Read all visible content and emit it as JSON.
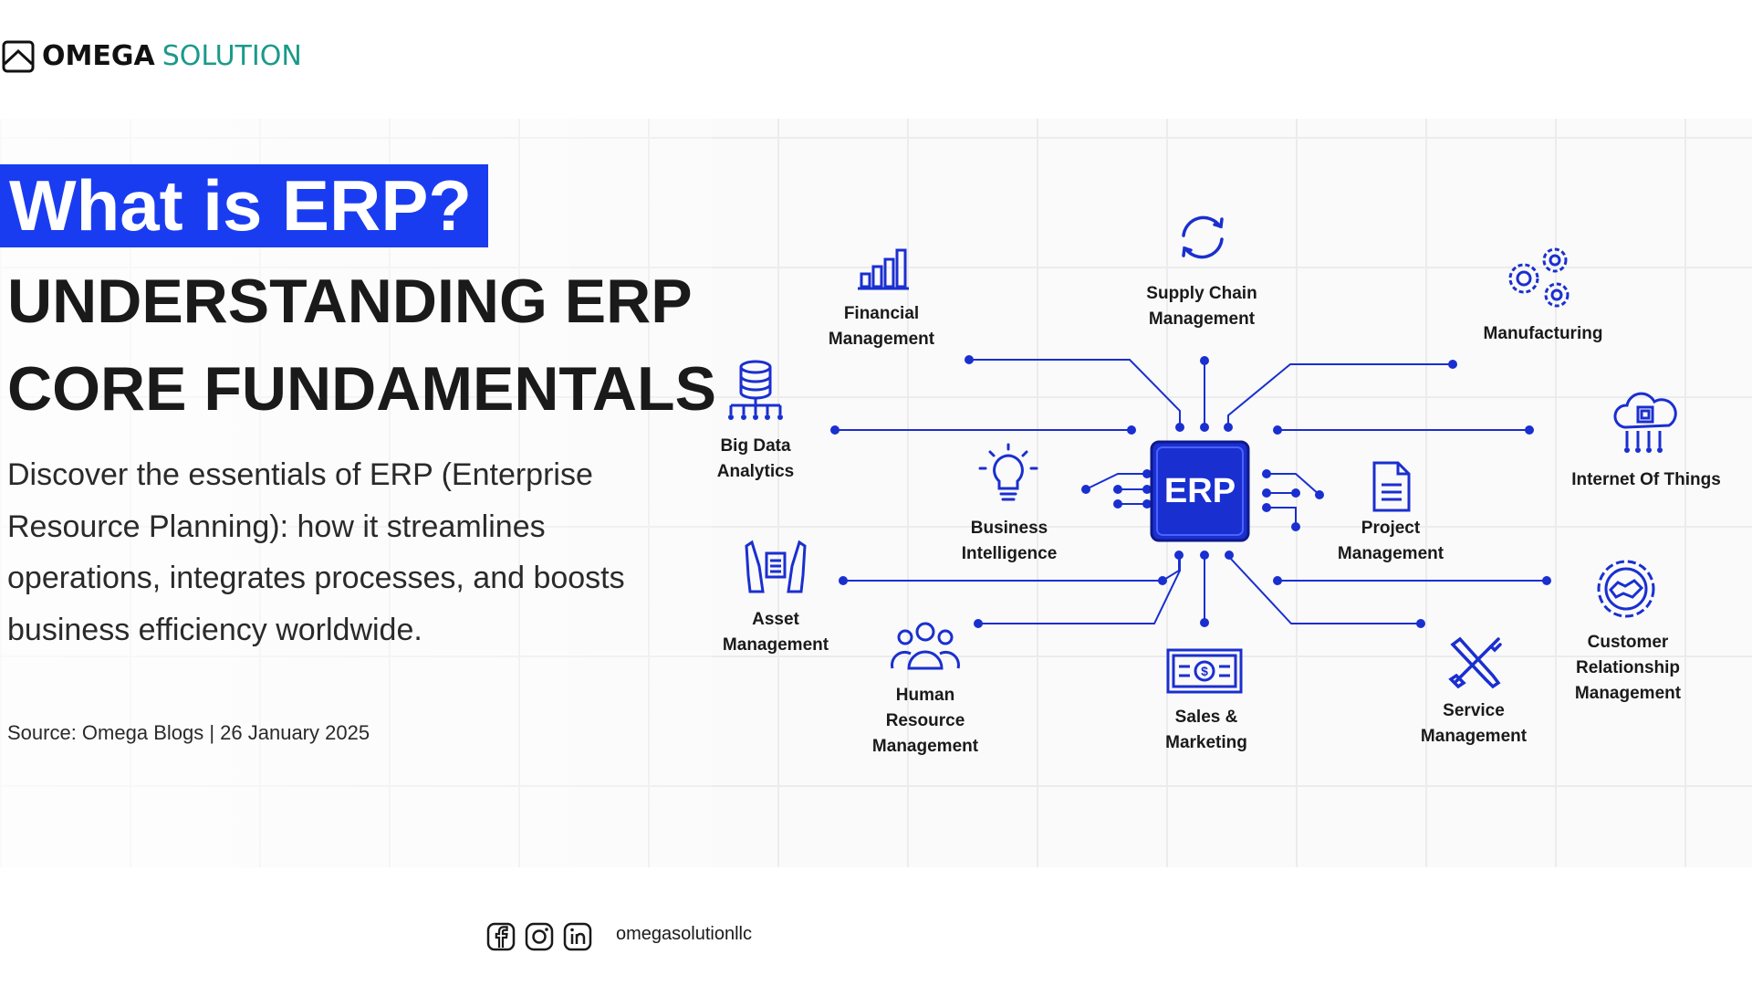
{
  "brand": {
    "name_bold": "OMEGA",
    "name_light": "SOLUTION",
    "accent": "#1a9a8a",
    "logo_icon": "omega-logo-icon"
  },
  "banner": {
    "highlight": "What is ERP?",
    "headline_line1": "UNDERSTANDING ERP",
    "headline_line2": "CORE FUNDAMENTALS",
    "description": "Discover the essentials of ERP (Enterprise Resource Planning): how it streamlines operations, integrates processes, and boosts business efficiency worldwide.",
    "source": "Source: Omega Blogs | 26 January 2025",
    "highlight_color": "#1a3cf0"
  },
  "diagram": {
    "center_label": "ERP",
    "center_color": "#1a2fd0",
    "line_color": "#1a2fd0",
    "modules": {
      "financial": {
        "line1": "Financial",
        "line2": "Management",
        "icon": "bar-chart-icon"
      },
      "supply_chain": {
        "line1": "Supply Chain",
        "line2": "Management",
        "icon": "sync-icon"
      },
      "manufacturing": {
        "line1": "Manufacturing",
        "icon": "gears-icon"
      },
      "big_data": {
        "line1": "Big Data",
        "line2": "Analytics",
        "icon": "database-icon"
      },
      "iot": {
        "line1": "Internet Of Things",
        "icon": "cloud-chip-icon"
      },
      "business_intelligence": {
        "line1": "Business",
        "line2": "Intelligence",
        "icon": "lightbulb-icon"
      },
      "project": {
        "line1": "Project",
        "line2": "Management",
        "icon": "document-icon"
      },
      "asset": {
        "line1": "Asset",
        "line2": "Management",
        "icon": "hands-document-icon"
      },
      "crm": {
        "line1": "Customer",
        "line2": "Relationship",
        "line3": "Management",
        "icon": "handshake-icon"
      },
      "hr": {
        "line1": "Human",
        "line2": "Resource",
        "line3": "Management",
        "icon": "people-icon"
      },
      "sales": {
        "line1": "Sales &",
        "line2": "Marketing",
        "icon": "banknote-icon"
      },
      "service": {
        "line1": "Service",
        "line2": "Management",
        "icon": "tools-icon"
      }
    }
  },
  "footer": {
    "handle": "omegasolutionllc",
    "icons": [
      "facebook-icon",
      "instagram-icon",
      "linkedin-icon"
    ]
  }
}
